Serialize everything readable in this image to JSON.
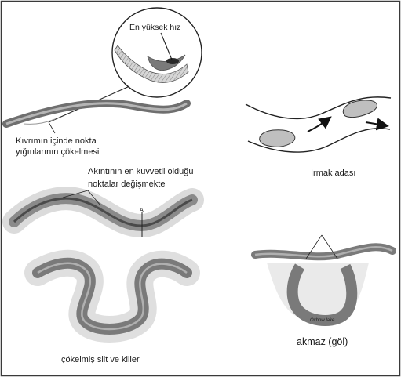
{
  "labels": {
    "zoom_title": "En yüksek hız",
    "inner_deposit_line1": "Kıvrımın içinde nokta",
    "inner_deposit_line2": "yığınlarının çökelmesi",
    "strongest_flow_line1": "Akıntının en kuvvetli olduğu",
    "strongest_flow_line2": "noktalar değişmekte",
    "point_a": "A",
    "river_island": "Irmak adası",
    "silt_clay": "çökelmiş silt ve killer",
    "oxbow_lake": "akmaz (göl)",
    "oxbow_script": "Oxbow lake"
  },
  "colors": {
    "channel": "#6f6f6f",
    "channel_light": "#a9a9a9",
    "deposit": "#bdbdbd",
    "island": "#bfbfbf",
    "frame": "#3a3a3a",
    "text": "#1a1a1a"
  }
}
